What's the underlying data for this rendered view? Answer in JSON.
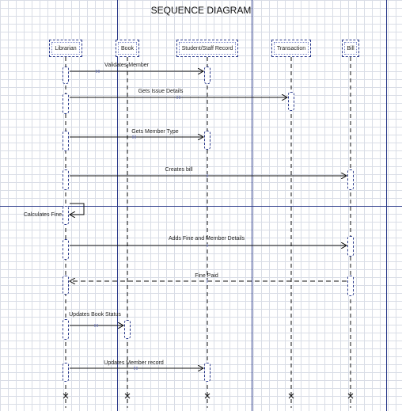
{
  "diagram": {
    "title": "SEQUENCE DIAGRAM",
    "lifelines": [
      {
        "id": "librarian",
        "label": "Librarian"
      },
      {
        "id": "book",
        "label": "Book"
      },
      {
        "id": "record",
        "label": "Student/Staff Record"
      },
      {
        "id": "transaction",
        "label": "Transaction"
      },
      {
        "id": "bill",
        "label": "Bill"
      }
    ],
    "messages": [
      {
        "label": "Validates Member",
        "from": "librarian",
        "to": "record",
        "style": "solid"
      },
      {
        "label": "Gets Issue Details",
        "from": "librarian",
        "to": "transaction",
        "style": "solid"
      },
      {
        "label": "Gets Member Type",
        "from": "librarian",
        "to": "record",
        "style": "solid"
      },
      {
        "label": "Creates bill",
        "from": "librarian",
        "to": "bill",
        "style": "solid"
      },
      {
        "label": "Calculates Fine",
        "from": "librarian",
        "to": "librarian",
        "style": "self"
      },
      {
        "label": "Adds Fine and Member Details",
        "from": "librarian",
        "to": "bill",
        "style": "solid"
      },
      {
        "label": "Fine Paid",
        "from": "bill",
        "to": "librarian",
        "style": "dashed"
      },
      {
        "label": "Updates Book Status",
        "from": "librarian",
        "to": "book",
        "style": "solid"
      },
      {
        "label": "Updates Member record",
        "from": "librarian",
        "to": "record",
        "style": "solid"
      }
    ]
  }
}
